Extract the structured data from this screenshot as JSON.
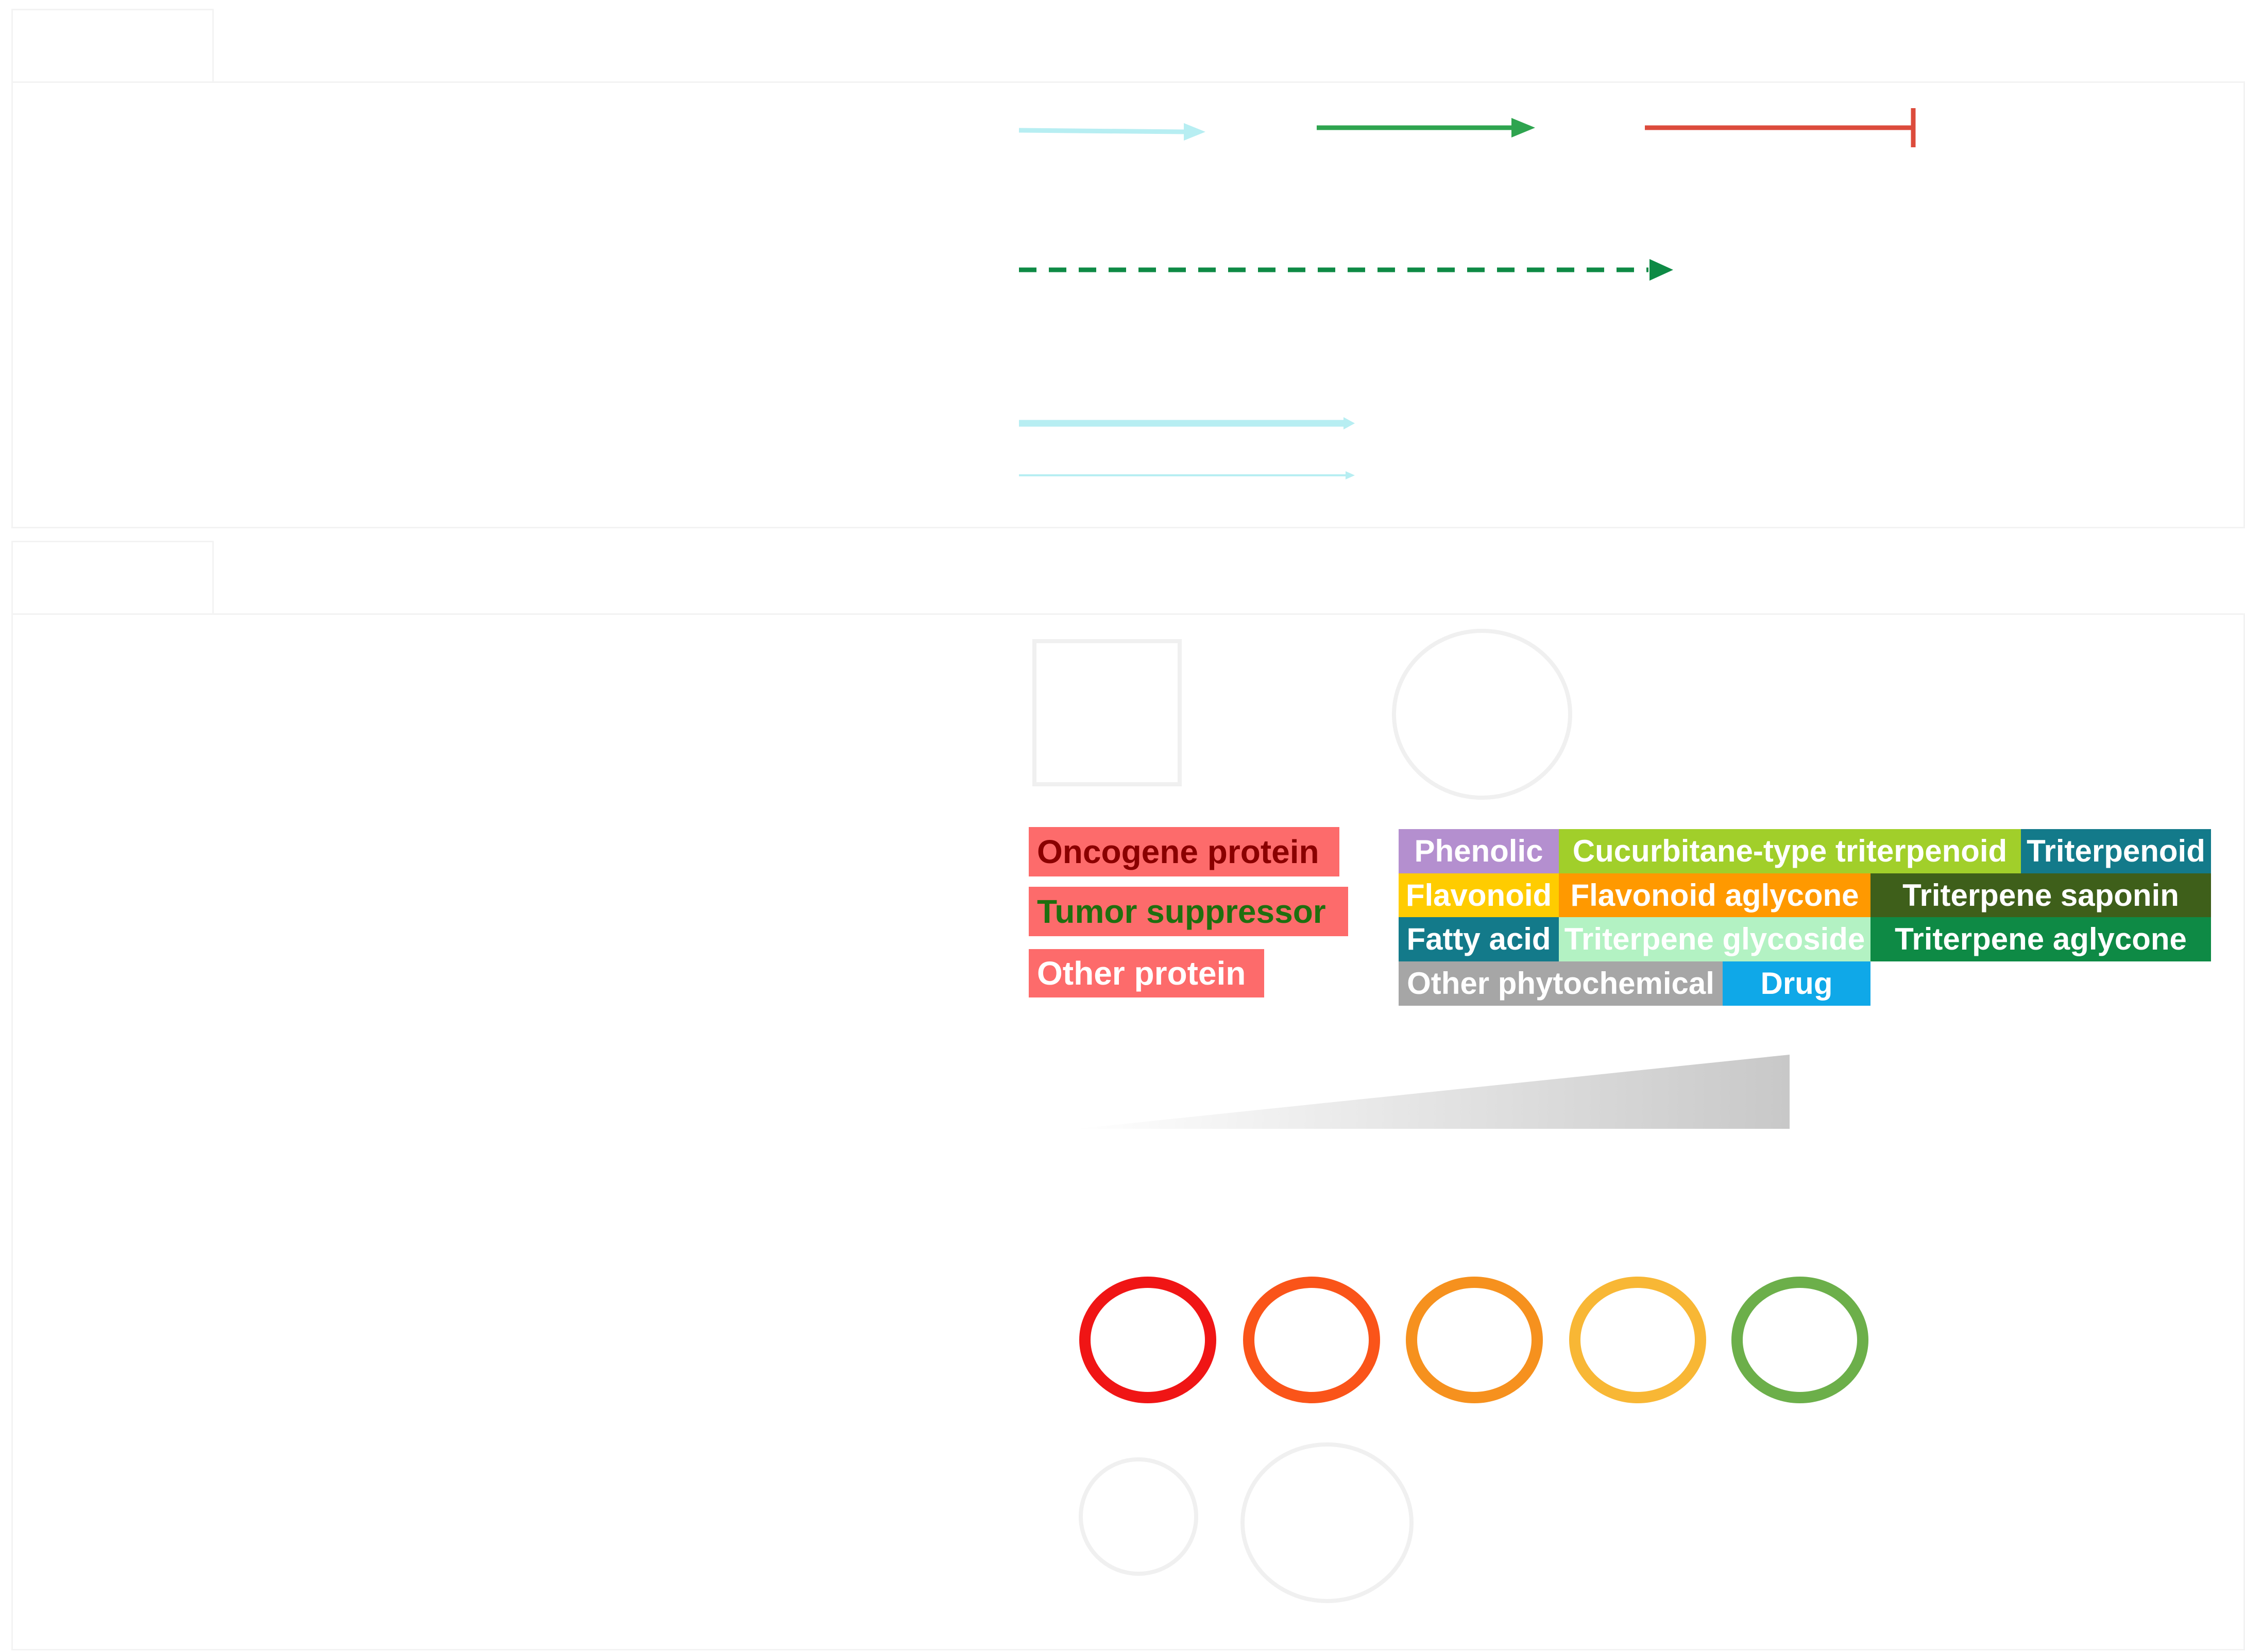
{
  "edge_legend": {
    "arrow_light_color": "#b7eef2",
    "arrow_activation_color": "#2ea44f",
    "inhibition_color": "#dc4b3c",
    "dashed_arrow_color": "#0e8a45",
    "thick_arrow_color": "#b7eef2"
  },
  "protein_labels": [
    {
      "text": "Oncogene protein",
      "bg": "#fd6b6b",
      "fg": "#8a0000"
    },
    {
      "text": "Tumor suppressor",
      "bg": "#fd6b6b",
      "fg": "#1f6f0f"
    },
    {
      "text": "Other protein",
      "bg": "#fd6b6b",
      "fg": "#ffffff"
    }
  ],
  "compound_labels": [
    {
      "text": "Phenolic",
      "bg": "#b48fcf",
      "fg": "#ffffff"
    },
    {
      "text": "Cucurbitane-type triterpenoid",
      "bg": "#a1cf2a",
      "fg": "#ffffff"
    },
    {
      "text": "Triterpenoid",
      "bg": "#137a8a",
      "fg": "#ffffff"
    },
    {
      "text": "Flavonoid",
      "bg": "#ffcc00",
      "fg": "#ffffff"
    },
    {
      "text": "Flavonoid aglycone",
      "bg": "#ff9900",
      "fg": "#ffffff"
    },
    {
      "text": "Triterpene saponin",
      "bg": "#3e5f1a",
      "fg": "#ffffff"
    },
    {
      "text": "Fatty acid",
      "bg": "#137a8a",
      "fg": "#ffffff"
    },
    {
      "text": "Triterpene glycoside",
      "bg": "#b3f2c3",
      "fg": "#ffffff"
    },
    {
      "text": "Triterpene aglycone",
      "bg": "#0e8a45",
      "fg": "#ffffff"
    },
    {
      "text": "Other phytochemical",
      "bg": "#a6a6a6",
      "fg": "#ffffff"
    },
    {
      "text": "Drug",
      "bg": "#0fa8e8",
      "fg": "#ffffff"
    }
  ],
  "gradient": {
    "from": "#ffffff",
    "to": "#c8c8c8"
  },
  "ring_colors": [
    "#f01515",
    "#fa5419",
    "#f6911e",
    "#f8b735",
    "#6caf4a"
  ],
  "shape_outline_color": "#f0f0f0"
}
